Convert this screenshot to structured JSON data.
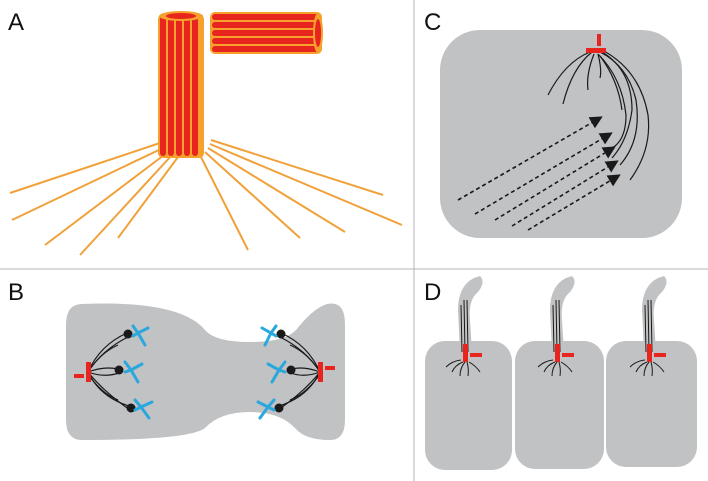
{
  "panels": {
    "a": {
      "label": "A"
    },
    "b": {
      "label": "B"
    },
    "c": {
      "label": "C"
    },
    "d": {
      "label": "D"
    }
  },
  "colors": {
    "background": "#ffffff",
    "divider": "#b4b4b4",
    "cell_fill": "#c1c2c4",
    "centriole_red": "#e8241e",
    "centriole_orange": "#f6a12b",
    "appendage_orange": "#f0a13a",
    "microtubule": "#1a1a1a",
    "kinetochore_blue": "#2aa7dc",
    "chromosome_dot": "#1a1a1a"
  },
  "icons": {
    "centriole_pair": "orthogonal-centriole-pair-icon",
    "centrosome": "red-centrosome-icon",
    "cilium": "primary-cilium-icon"
  }
}
